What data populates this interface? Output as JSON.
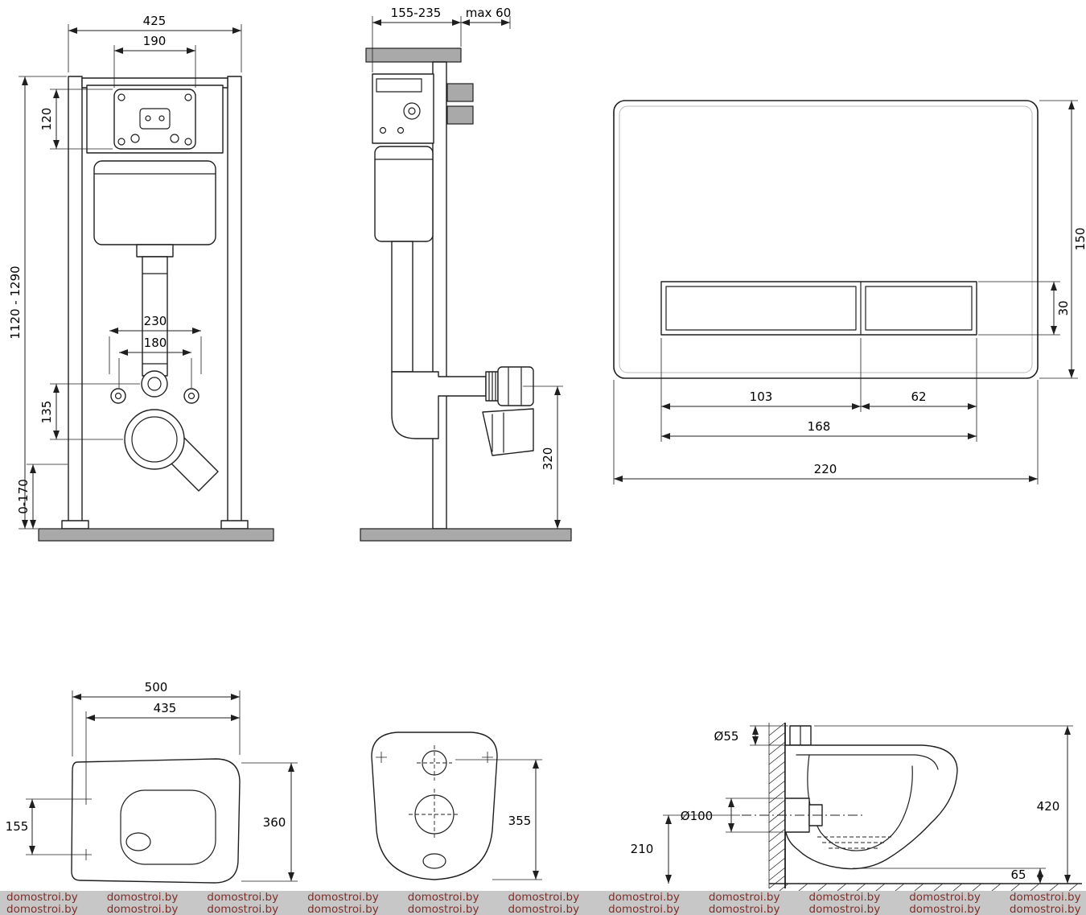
{
  "watermark": {
    "text": "domostroi.by"
  },
  "frame_front": {
    "width": "425",
    "tank_width": "190",
    "tank_height": "120",
    "height_range": "1120 - 1290",
    "fixing_span_outer": "230",
    "fixing_span_inner": "180",
    "outlet_offset": "135",
    "foot_adjust_range": "0-170"
  },
  "frame_side": {
    "depth_range": "155-235",
    "wall_offset_max": "max 60",
    "outlet_height": "320"
  },
  "flush_plate": {
    "height": "150",
    "button_height": "30",
    "large_button_width": "103",
    "small_button_width": "62",
    "buttons_width": "168",
    "width": "220"
  },
  "bowl_top": {
    "length": "500",
    "bolt_to_front": "435",
    "bolt_span": "155",
    "width": "360"
  },
  "bowl_underside": {
    "length": "355"
  },
  "bowl_side": {
    "inlet_diameter": "Ø55",
    "outlet_diameter": "Ø100",
    "outlet_axis_height": "210",
    "mount_height": "420",
    "bottom_clearance": "65"
  }
}
